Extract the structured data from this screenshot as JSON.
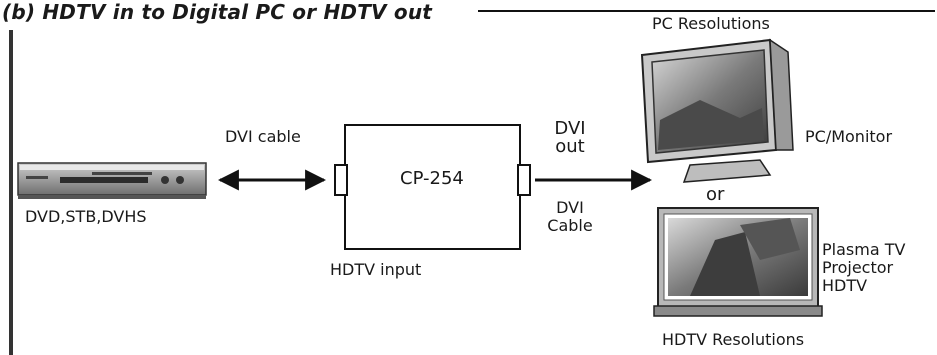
{
  "title": "(b) HDTV in to Digital PC or HDTV out",
  "source": {
    "label": "DVD,STB,DVHS"
  },
  "link_in": {
    "label": "DVI cable"
  },
  "device": {
    "label": "CP-254",
    "port_label": "HDTV input"
  },
  "link_out": {
    "label_top": "DVI",
    "label_top2": "out",
    "label_bottom": "DVI",
    "label_bottom2": "Cable"
  },
  "monitor": {
    "heading": "PC Resolutions",
    "label": "PC/Monitor"
  },
  "or_label": "or",
  "tv": {
    "label_1": "Plasma TV",
    "label_2": "Projector",
    "label_3": "HDTV",
    "heading": "HDTV Resolutions"
  }
}
